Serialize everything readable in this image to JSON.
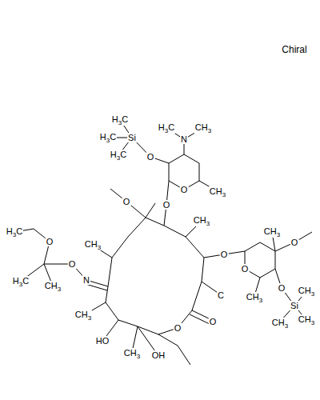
{
  "diagram": {
    "labels": [
      "Chiral",
      "H3C",
      "CH3",
      "N",
      "H3C",
      "H3C",
      "Si",
      "H3C",
      "O",
      "O",
      "CH3",
      "O",
      "O",
      "CH3",
      "O",
      "O",
      "CH3",
      "O",
      "O",
      "Si",
      "CH3",
      "CH3",
      "CH3",
      "CH3",
      "C",
      "O",
      "O",
      "HO",
      "CH3",
      "OH",
      "H3C",
      "O",
      "H3C",
      "CH3",
      "O",
      "N",
      "CH3",
      "CH3"
    ]
  }
}
